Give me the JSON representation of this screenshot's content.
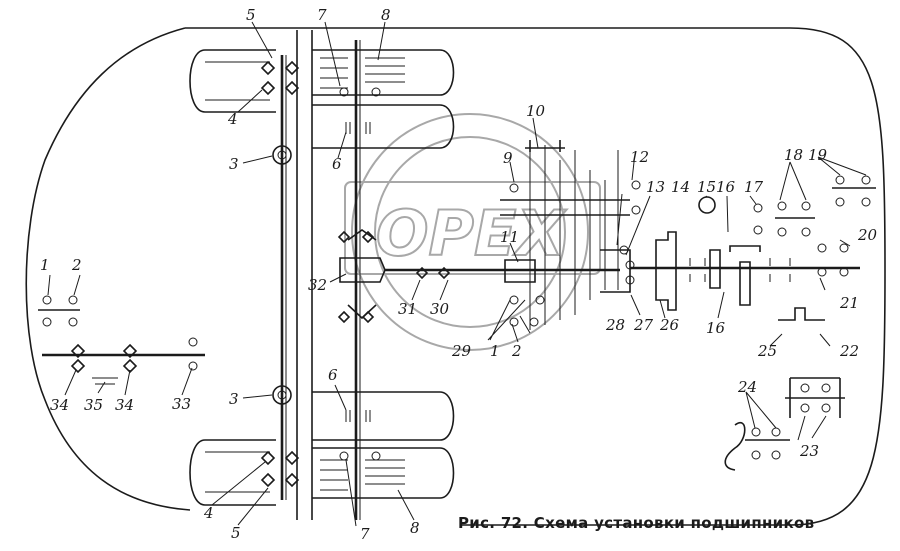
{
  "caption": "Рис. 72. Схема установки подшипников",
  "watermark": "OPEX",
  "callouts": [
    {
      "id": "c1",
      "text": "1"
    },
    {
      "id": "c2",
      "text": "2"
    },
    {
      "id": "c3a",
      "text": "3"
    },
    {
      "id": "c3b",
      "text": "3"
    },
    {
      "id": "c4a",
      "text": "4"
    },
    {
      "id": "c4b",
      "text": "4"
    },
    {
      "id": "c5a",
      "text": "5"
    },
    {
      "id": "c5b",
      "text": "5"
    },
    {
      "id": "c6a",
      "text": "6"
    },
    {
      "id": "c6b",
      "text": "6"
    },
    {
      "id": "c7a",
      "text": "7"
    },
    {
      "id": "c7b",
      "text": "7"
    },
    {
      "id": "c8a",
      "text": "8"
    },
    {
      "id": "c8b",
      "text": "8"
    },
    {
      "id": "c9",
      "text": "9"
    },
    {
      "id": "c10",
      "text": "10"
    },
    {
      "id": "c11",
      "text": "11"
    },
    {
      "id": "c12",
      "text": "12"
    },
    {
      "id": "c13",
      "text": "13"
    },
    {
      "id": "c14",
      "text": "14"
    },
    {
      "id": "c15",
      "text": "15"
    },
    {
      "id": "c16a",
      "text": "16"
    },
    {
      "id": "c16b",
      "text": "16"
    },
    {
      "id": "c17",
      "text": "17"
    },
    {
      "id": "c18",
      "text": "18"
    },
    {
      "id": "c19",
      "text": "19"
    },
    {
      "id": "c20",
      "text": "20"
    },
    {
      "id": "c21",
      "text": "21"
    },
    {
      "id": "c22",
      "text": "22"
    },
    {
      "id": "c23",
      "text": "23"
    },
    {
      "id": "c24",
      "text": "24"
    },
    {
      "id": "c25",
      "text": "25"
    },
    {
      "id": "c26",
      "text": "26"
    },
    {
      "id": "c27",
      "text": "27"
    },
    {
      "id": "c28",
      "text": "28"
    },
    {
      "id": "c29",
      "text": "29"
    },
    {
      "id": "c30",
      "text": "30"
    },
    {
      "id": "c31",
      "text": "31"
    },
    {
      "id": "c32",
      "text": "32"
    },
    {
      "id": "c33",
      "text": "33"
    },
    {
      "id": "c34a",
      "text": "34"
    },
    {
      "id": "c34b",
      "text": "34"
    },
    {
      "id": "c35",
      "text": "35"
    },
    {
      "id": "c1b",
      "text": "1"
    },
    {
      "id": "c2b",
      "text": "2"
    }
  ]
}
